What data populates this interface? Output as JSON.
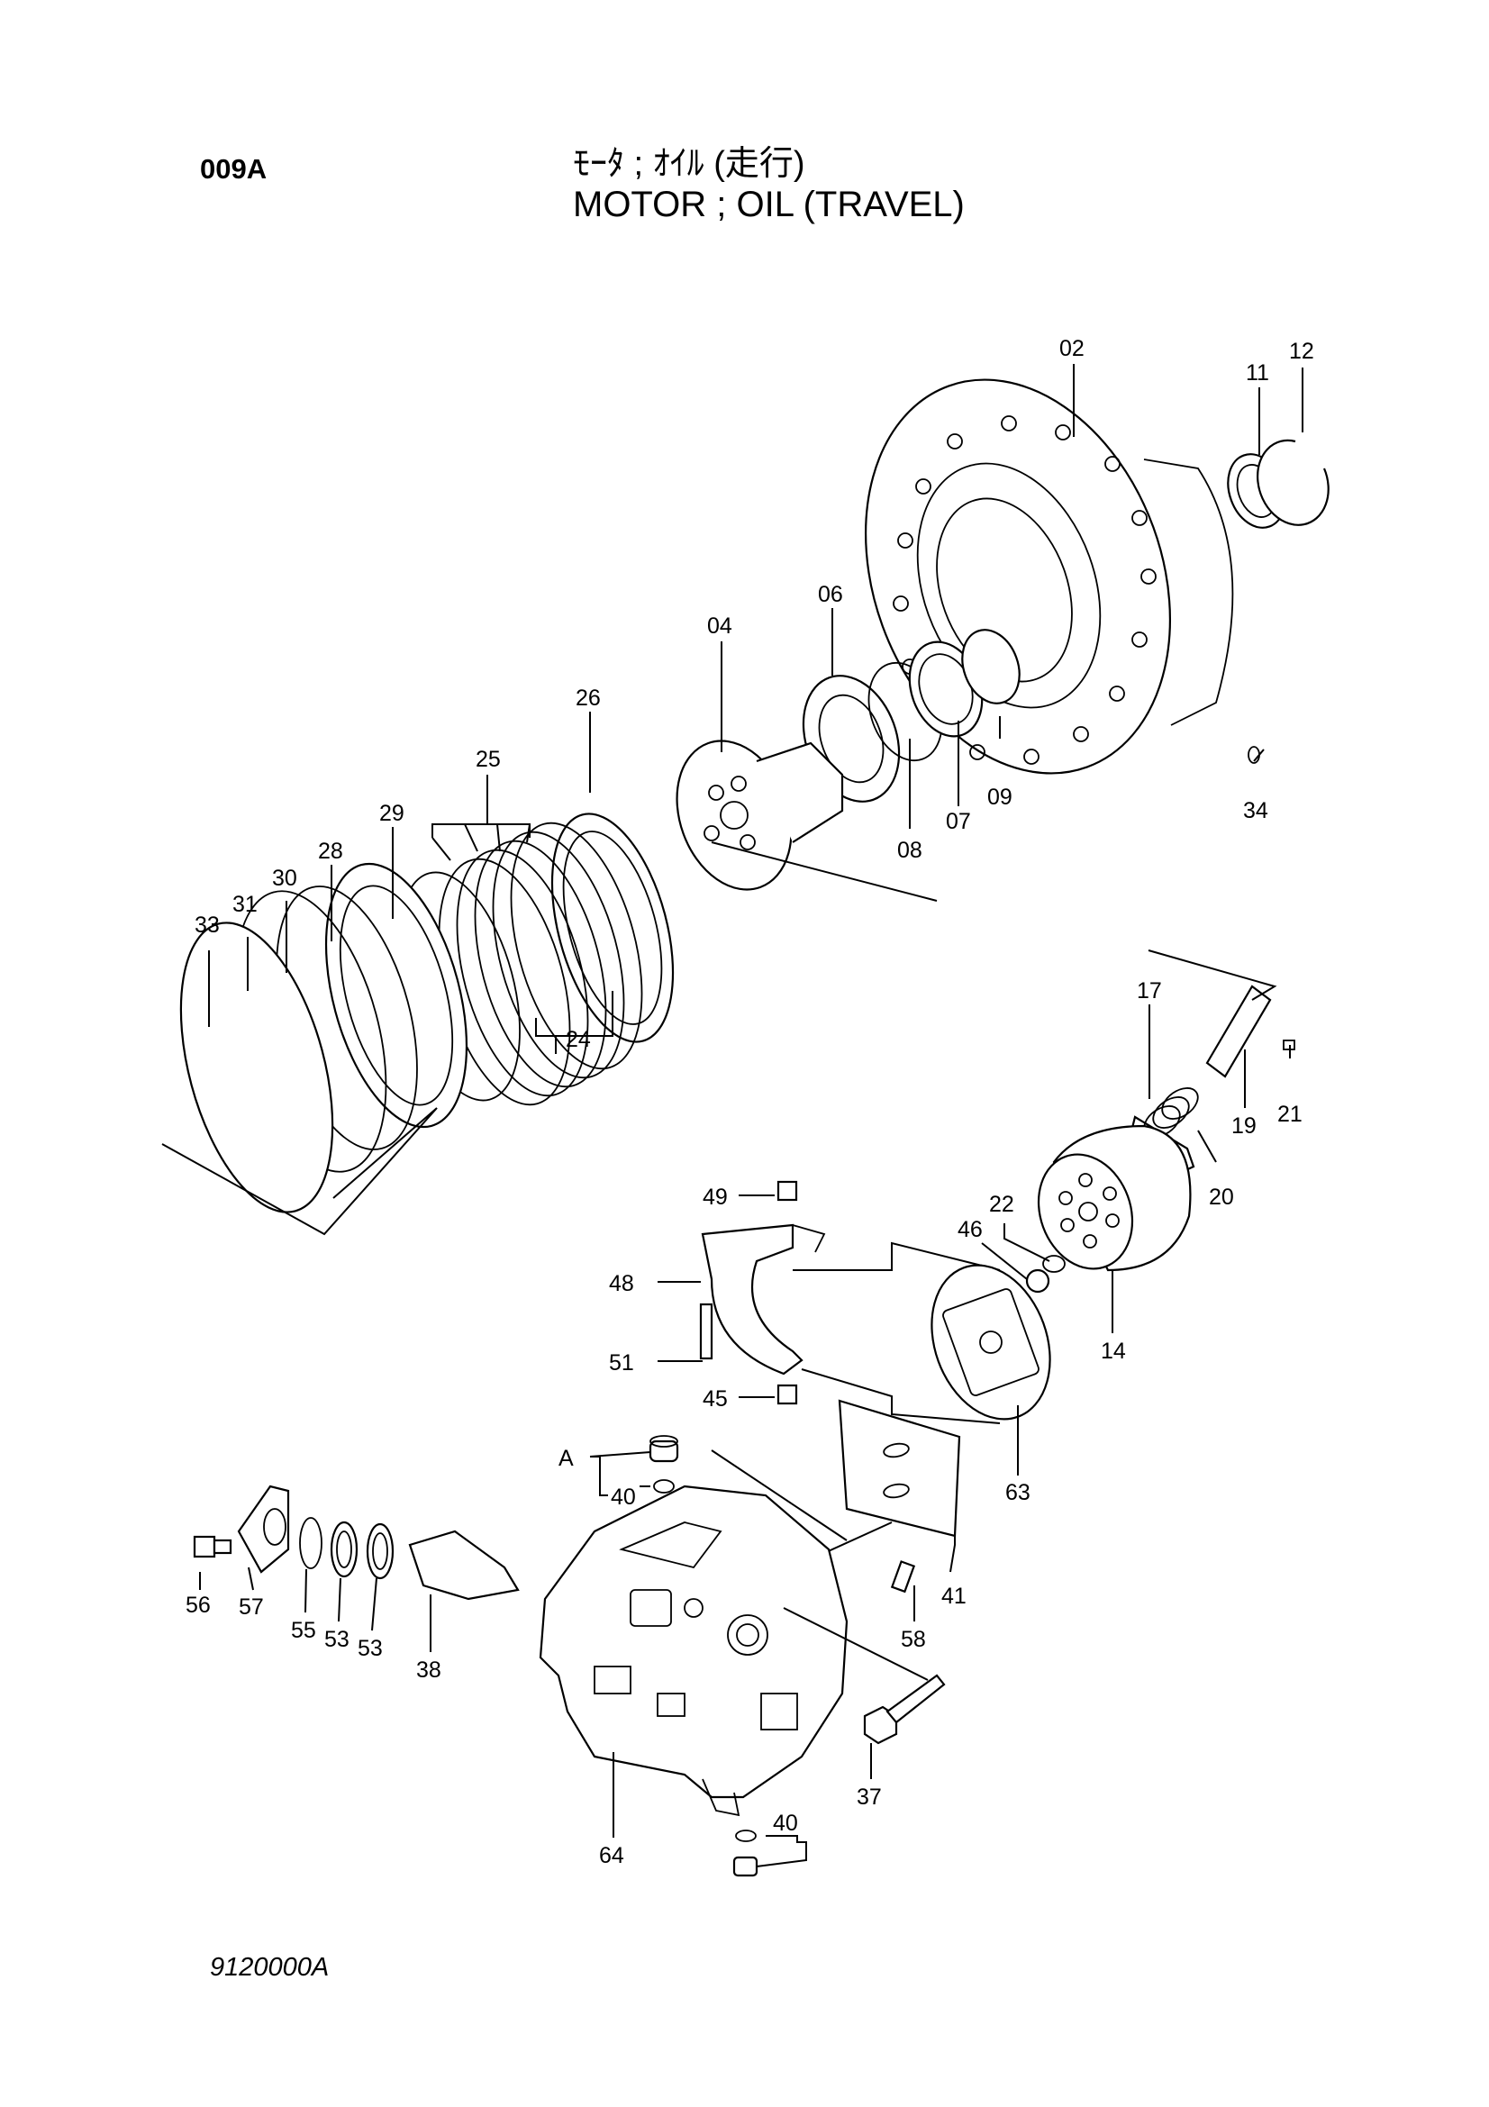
{
  "header": {
    "code": "009A",
    "title_jp": "ﾓｰﾀ ; ｵｲﾙ (走行)",
    "title_en": "MOTOR ; OIL (TRAVEL)"
  },
  "footer": {
    "drawing_number": "9120000A"
  },
  "callouts": [
    "02",
    "11",
    "12",
    "06",
    "04",
    "26",
    "25",
    "29",
    "28",
    "30",
    "31",
    "33",
    "34",
    "09",
    "07",
    "08",
    "24",
    "17",
    "19",
    "21",
    "20",
    "22",
    "46",
    "14",
    "49",
    "48",
    "51",
    "45",
    "63",
    "A",
    "40",
    "41",
    "58",
    "56",
    "57",
    "55",
    "53",
    "38",
    "37",
    "64"
  ]
}
